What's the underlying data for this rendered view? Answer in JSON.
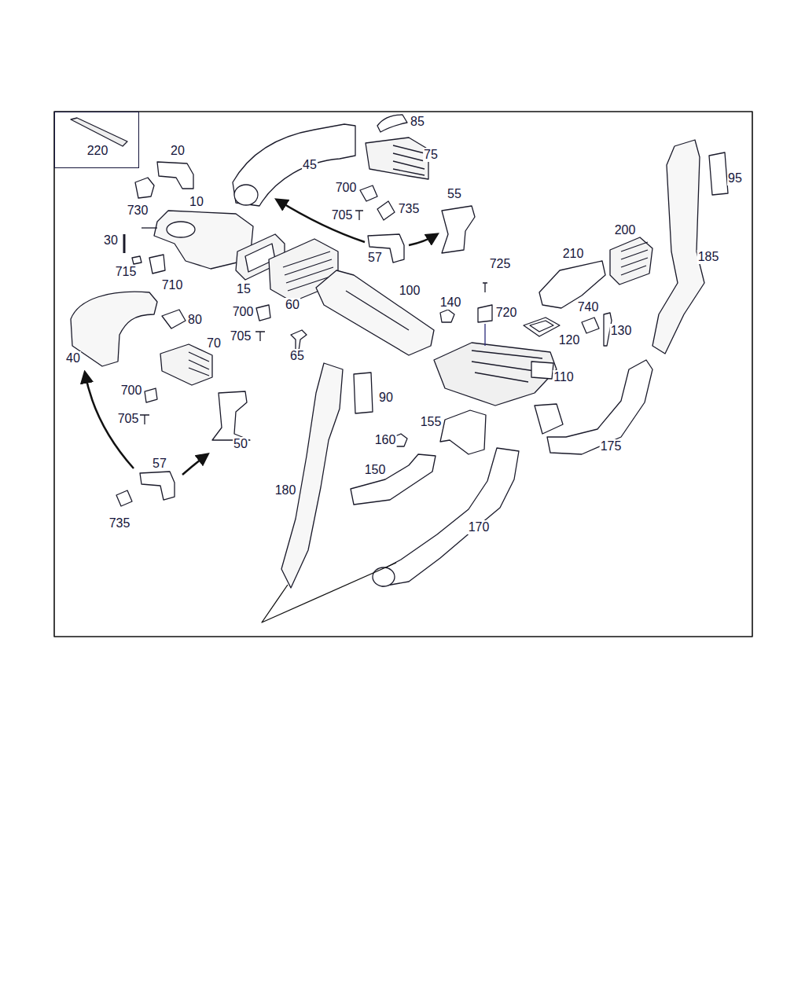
{
  "diagram": {
    "nodes": [
      {
        "text": [
          "220"
        ]
      }
    ],
    "labels": [
      "85",
      "20",
      "75",
      "45",
      "95",
      "700",
      "55",
      "10",
      "735",
      "730",
      "705",
      "200",
      "30",
      "57",
      "185",
      "210",
      "15",
      "100",
      "725",
      "715",
      "710",
      "60",
      "140",
      "720",
      "740",
      "80",
      "700",
      "705",
      "130",
      "120",
      "70",
      "65",
      "40",
      "110",
      "700",
      "90",
      "705",
      "155",
      "160",
      "50",
      "175",
      "57",
      "150",
      "180",
      "735",
      "170"
    ]
  }
}
